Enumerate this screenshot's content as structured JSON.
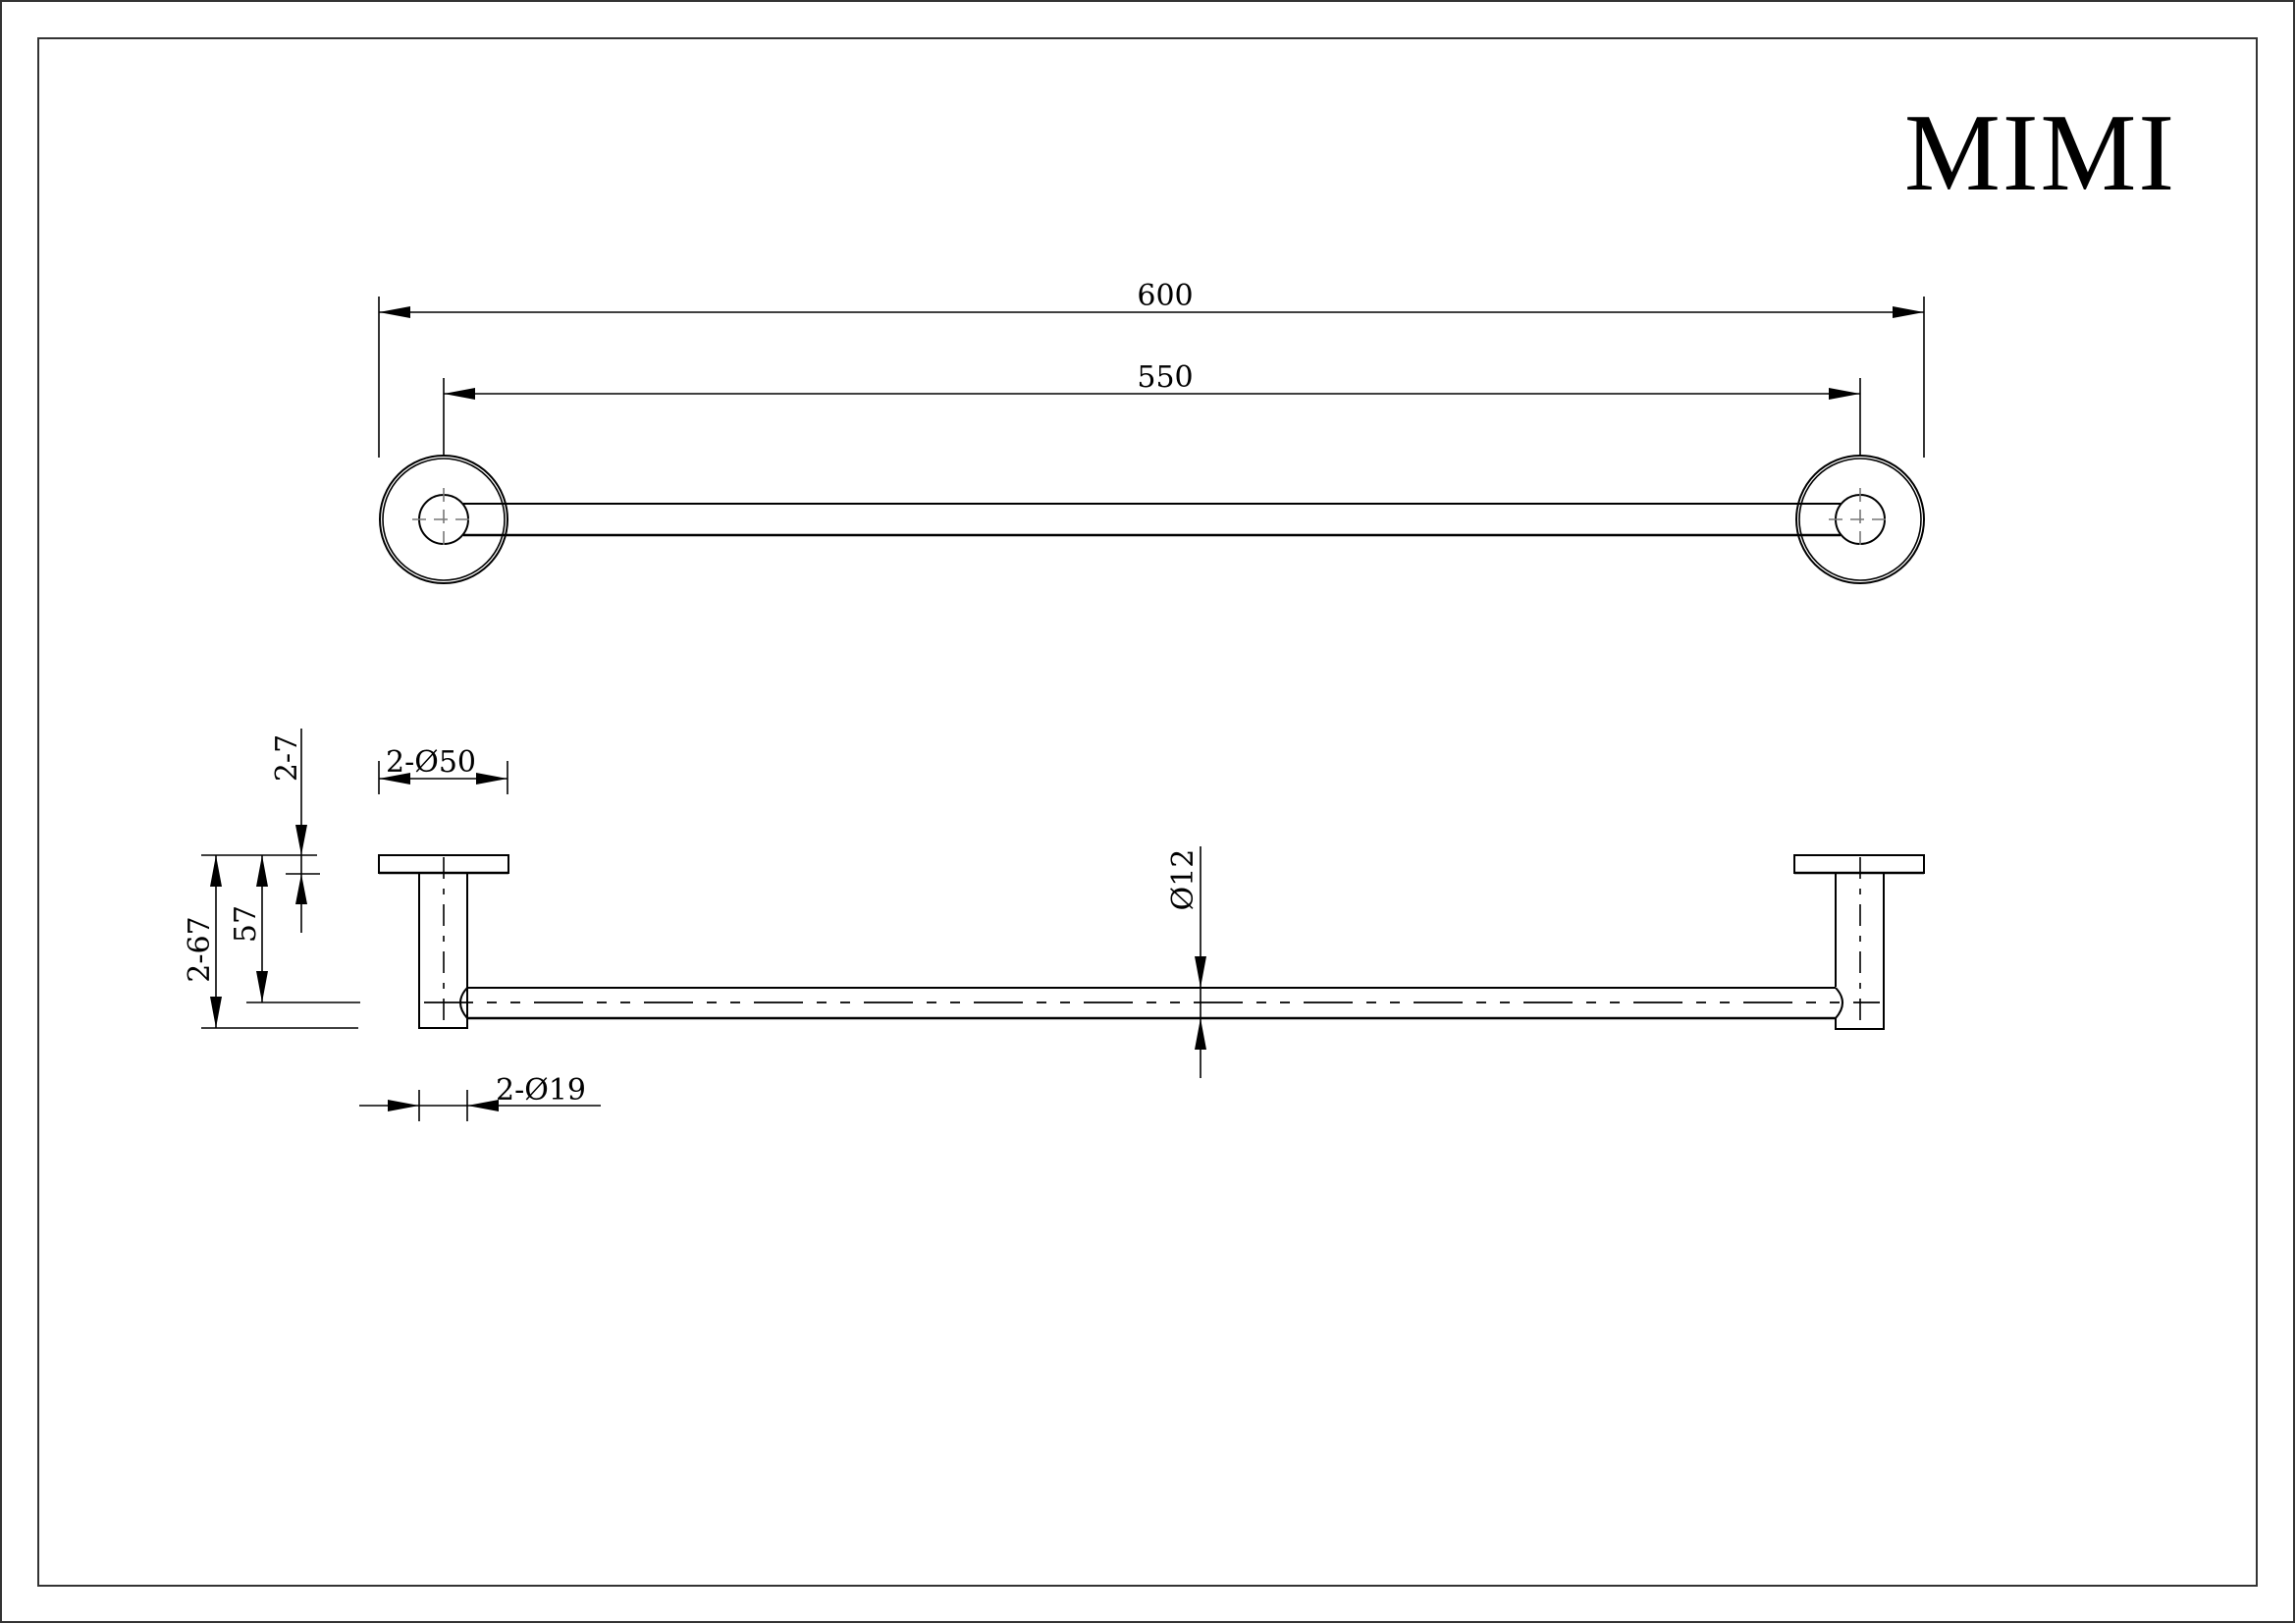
{
  "title_block": {
    "brand": "MIMI"
  },
  "plan_view": {
    "dimensions": {
      "overall_length": "600",
      "center_to_center": "550"
    }
  },
  "front_view": {
    "dimensions": {
      "mounting_plate_thickness": "2-7",
      "projection_to_bar_center": "57",
      "total_projection": "2-67",
      "plate_diameter": "2-Ø50",
      "post_diameter": "2-Ø19",
      "bar_diameter": "Ø12"
    }
  },
  "colors": {
    "line": "#000000",
    "centerline": "#777777",
    "frame": "#333333",
    "background": "#ffffff"
  }
}
